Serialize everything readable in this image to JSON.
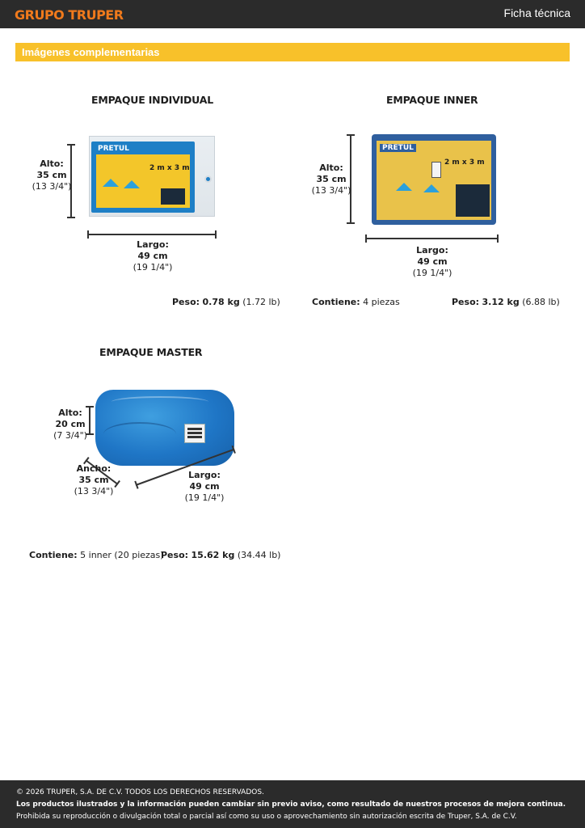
{
  "header": {
    "brand": "GRUPO TRUPER",
    "doc_type": "Ficha técnica"
  },
  "section": {
    "title": "Imágenes complementarias"
  },
  "individual": {
    "heading": "EMPAQUE INDIVIDUAL",
    "alto": {
      "label": "Alto:",
      "metric": "35 cm",
      "imperial": "(13 3/4\")"
    },
    "largo": {
      "label": "Largo:",
      "metric": "49 cm",
      "imperial": "(19 1/4\")"
    },
    "peso": {
      "label": "Peso:",
      "metric": "0.78 kg",
      "imperial": "(1.72 lb)"
    },
    "package_text": {
      "logo": "PRETUL",
      "size": "2 m x 3 m"
    }
  },
  "inner": {
    "heading": "EMPAQUE INNER",
    "alto": {
      "label": "Alto:",
      "metric": "35 cm",
      "imperial": "(13 3/4\")"
    },
    "largo": {
      "label": "Largo:",
      "metric": "49 cm",
      "imperial": "(19 1/4\")"
    },
    "contiene": {
      "label": "Contiene:",
      "value": "4 piezas"
    },
    "peso": {
      "label": "Peso:",
      "metric": "3.12 kg",
      "imperial": "(6.88 lb)"
    },
    "package_text": {
      "logo": "PRETUL",
      "size": "2 m x 3 m"
    }
  },
  "master": {
    "heading": "EMPAQUE MASTER",
    "alto": {
      "label": "Alto:",
      "metric": "20 cm",
      "imperial": "(7 3/4\")"
    },
    "ancho": {
      "label": "Ancho:",
      "metric": "35 cm",
      "imperial": "(13 3/4\")"
    },
    "largo": {
      "label": "Largo:",
      "metric": "49 cm",
      "imperial": "(19 1/4\")"
    },
    "contiene": {
      "label": "Contiene:",
      "value": "5 inner (20 piezas)"
    },
    "peso": {
      "label": "Peso:",
      "metric": "15.62 kg",
      "imperial": "(34.44 lb)"
    }
  },
  "footer": {
    "copyright": "© 2026 TRUPER, S.A. DE C.V. TODOS LOS DERECHOS RESERVADOS.",
    "notice": "Los productos ilustrados y la información pueden cambiar sin previo aviso, como resultado de nuestros procesos de mejora continua.",
    "prohibition": "Prohibida su reproducción o divulgación total o parcial así como su uso o aprovechamiento sin autorización escrita de Truper, S.A. de C.V."
  },
  "colors": {
    "accent_orange": "#f07a1c",
    "section_yellow": "#f8c12a",
    "bar_dark": "#2b2b2b",
    "tarp_blue": "#1e7fc6"
  }
}
